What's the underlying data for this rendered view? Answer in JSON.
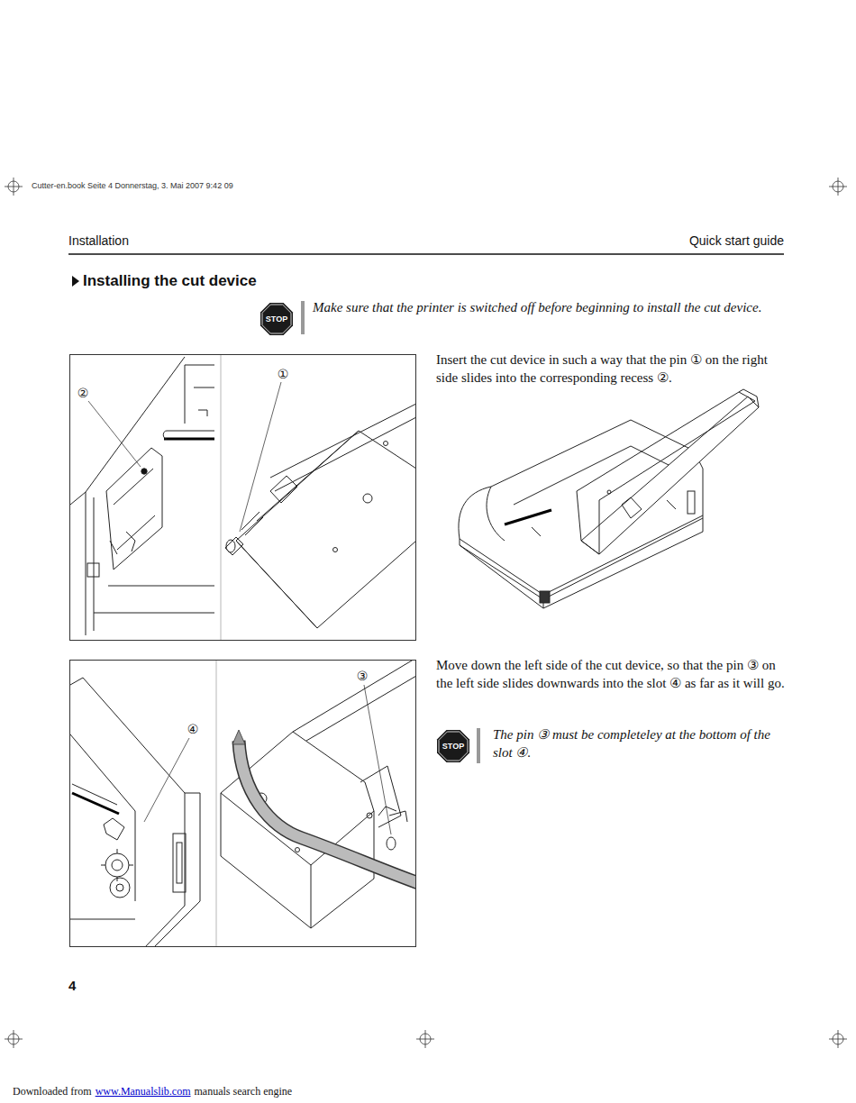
{
  "diagram": {
    "title": "Installing the cut device",
    "nodes": [
      {
        "text": [
          "②",
          "①"
        ]
      },
      {
        "text": [
          "③",
          "④"
        ]
      }
    ],
    "labels": [
      "Cutter-en.book Seite 4 Donnerstag, 3. Mai 2007 9:42 09",
      "Installation",
      "Quick start guide",
      "STOP",
      "Make sure that the printer is switched off before beginning to install the cut device.",
      "Insert the cut device in such a way that the pin ① on the right side slides into the corresponding recess ②.",
      "Move down the left side of the cut device, so that the pin ③ on the left side slides downwards into the slot ④ as far as it will go.",
      "STOP",
      "The pin ③ must be completeley at the bottom of the slot ④.",
      "4",
      "Downloaded from",
      "www.Manualslib.com",
      "manuals search engine"
    ]
  }
}
